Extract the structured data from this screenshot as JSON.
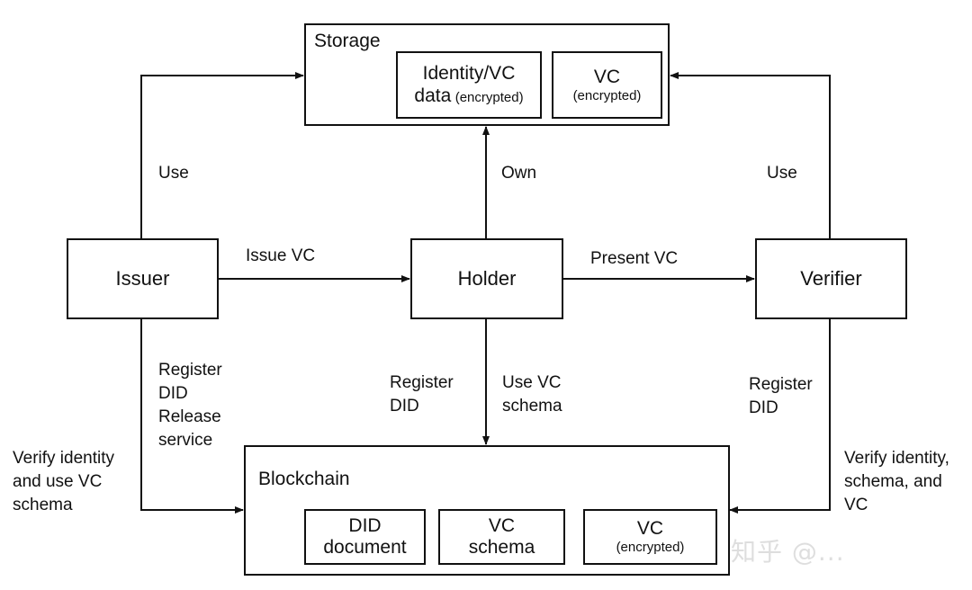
{
  "storage": {
    "title": "Storage",
    "items": [
      {
        "line1": "Identity/VC",
        "line2_main": "data",
        "line2_note": "(encrypted)"
      },
      {
        "line1": "VC",
        "line2_note": "(encrypted)"
      }
    ]
  },
  "actors": {
    "issuer": "Issuer",
    "holder": "Holder",
    "verifier": "Verifier"
  },
  "blockchain": {
    "title": "Blockchain",
    "items": [
      {
        "line1": "DID",
        "line2": "document"
      },
      {
        "line1": "VC",
        "line2": "schema"
      },
      {
        "line1": "VC",
        "line2_note": "(encrypted)"
      }
    ]
  },
  "edges": {
    "issuer_storage": "Use",
    "holder_storage": "Own",
    "verifier_storage": "Use",
    "issuer_holder": "Issue VC",
    "holder_verifier": "Present VC",
    "issuer_blockchain": "Register\nDID\nRelease\nservice",
    "issuer_blockchain_left": "Verify identity\nand use VC\nschema",
    "holder_blockchain_left": "Register\nDID",
    "holder_blockchain_right": "Use VC\nschema",
    "verifier_blockchain": "Register\nDID",
    "verifier_blockchain_right": "Verify identity,\nschema, and\nVC"
  },
  "watermark": "知乎 @..."
}
